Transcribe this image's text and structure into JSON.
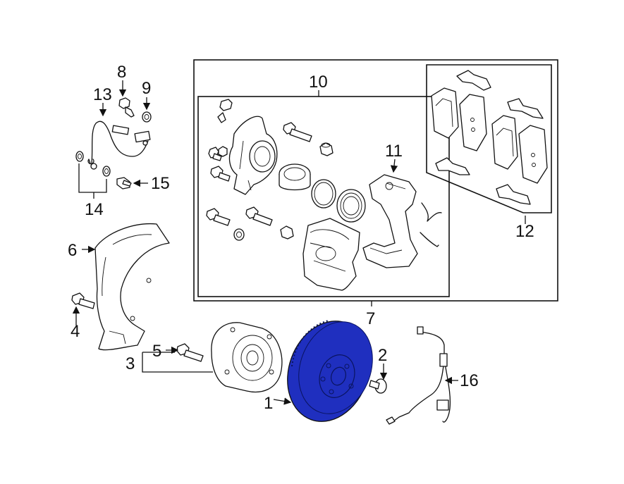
{
  "callouts": {
    "c1": "1",
    "c2": "2",
    "c3": "3",
    "c4": "4",
    "c5": "5",
    "c6": "6",
    "c7": "7",
    "c8": "8",
    "c9": "9",
    "c10": "10",
    "c11": "11",
    "c12": "12",
    "c13": "13",
    "c14": "14",
    "c15": "15",
    "c16": "16"
  },
  "colors": {
    "highlight": "#1f2fbf",
    "line": "#111111",
    "background": "#ffffff"
  }
}
